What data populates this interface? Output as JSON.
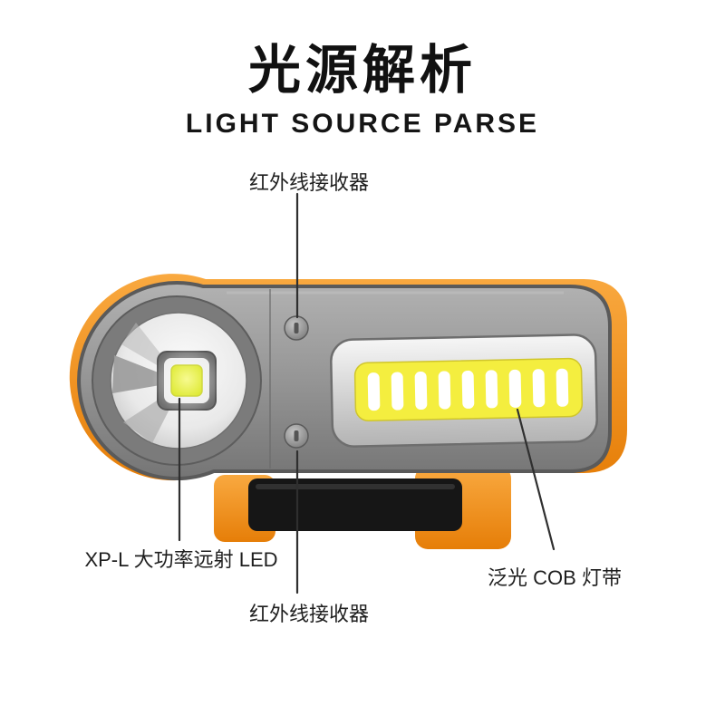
{
  "header": {
    "title": "光源解析",
    "subtitle": "LIGHT SOURCE PARSE"
  },
  "callouts": {
    "ir_receiver_top": "红外线接收器",
    "xpl_led": "XP-L 大功率远射 LED",
    "ir_receiver_bottom": "红外线接收器",
    "cob_strip": "泛光 COB 灯带"
  },
  "colors": {
    "orange": "#ef9120",
    "body_gray": "#8e8e8e",
    "led_yellow": "#e6f03a",
    "cob_yellow": "#f4ee3f",
    "clip_black": "#161616",
    "leader_line": "#2f2f2f",
    "text": "#111111"
  }
}
